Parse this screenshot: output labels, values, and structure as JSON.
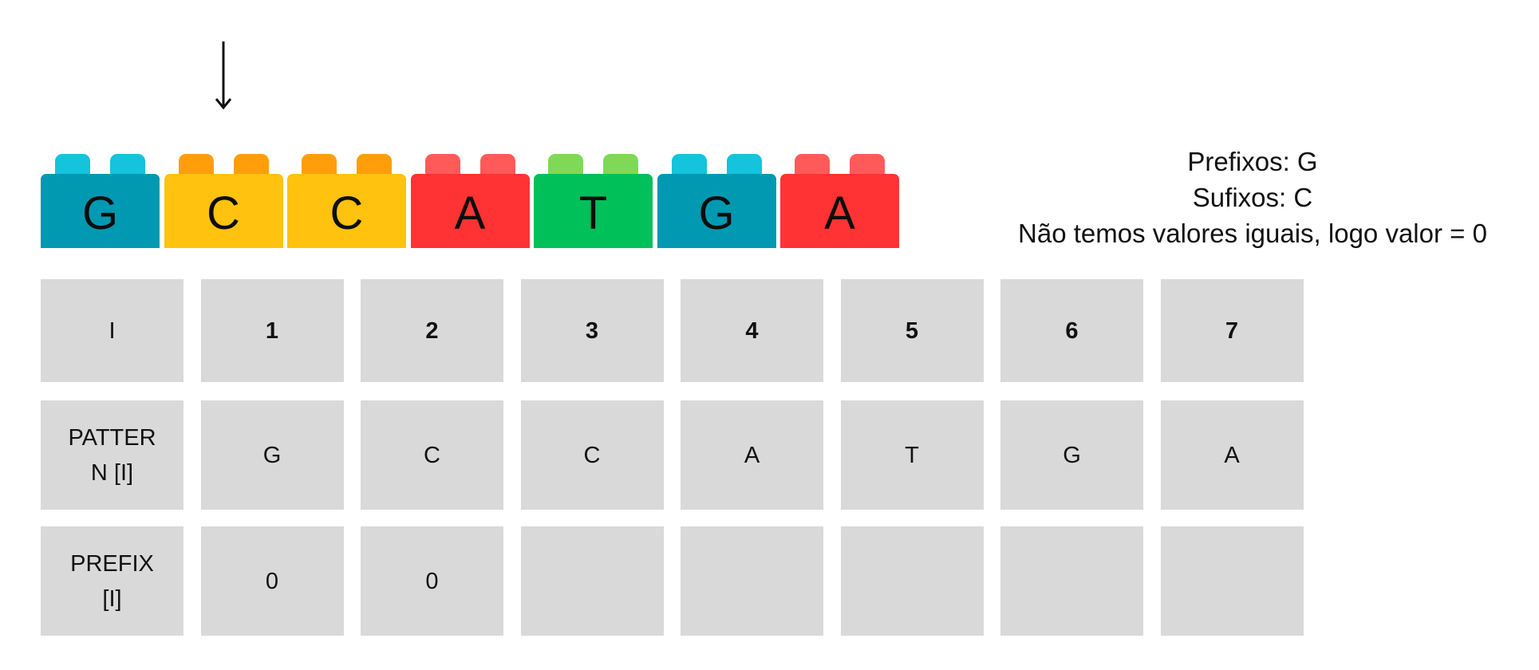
{
  "pointer": {
    "icon": "down-arrow-icon",
    "position_index": 2
  },
  "blocks": [
    {
      "letter": "G",
      "color": "#0099b2",
      "stud_color": "#14c3dc"
    },
    {
      "letter": "C",
      "color": "#ffc20e",
      "stud_color": "#ff9e0a"
    },
    {
      "letter": "C",
      "color": "#ffc20e",
      "stud_color": "#ff9e0a"
    },
    {
      "letter": "A",
      "color": "#ff3333",
      "stud_color": "#ff5a5a"
    },
    {
      "letter": "T",
      "color": "#00c05a",
      "stud_color": "#7ed957"
    },
    {
      "letter": "G",
      "color": "#0099b2",
      "stud_color": "#14c3dc"
    },
    {
      "letter": "A",
      "color": "#ff3333",
      "stud_color": "#ff5a5a"
    }
  ],
  "info": {
    "line1": "Prefixos: G",
    "line2": "Sufixos: C",
    "line3": "Não temos valores iguais, logo valor = 0"
  },
  "table": {
    "rows": [
      {
        "header": "I",
        "bold": true,
        "cells": [
          "1",
          "2",
          "3",
          "4",
          "5",
          "6",
          "7"
        ]
      },
      {
        "header": "PATTER\nN [I]",
        "bold": false,
        "cells": [
          "G",
          "C",
          "C",
          "A",
          "T",
          "G",
          "A"
        ]
      },
      {
        "header": "PREFIX\n[I]",
        "bold": false,
        "cells": [
          "0",
          "0",
          "",
          "",
          "",
          "",
          ""
        ]
      }
    ]
  }
}
